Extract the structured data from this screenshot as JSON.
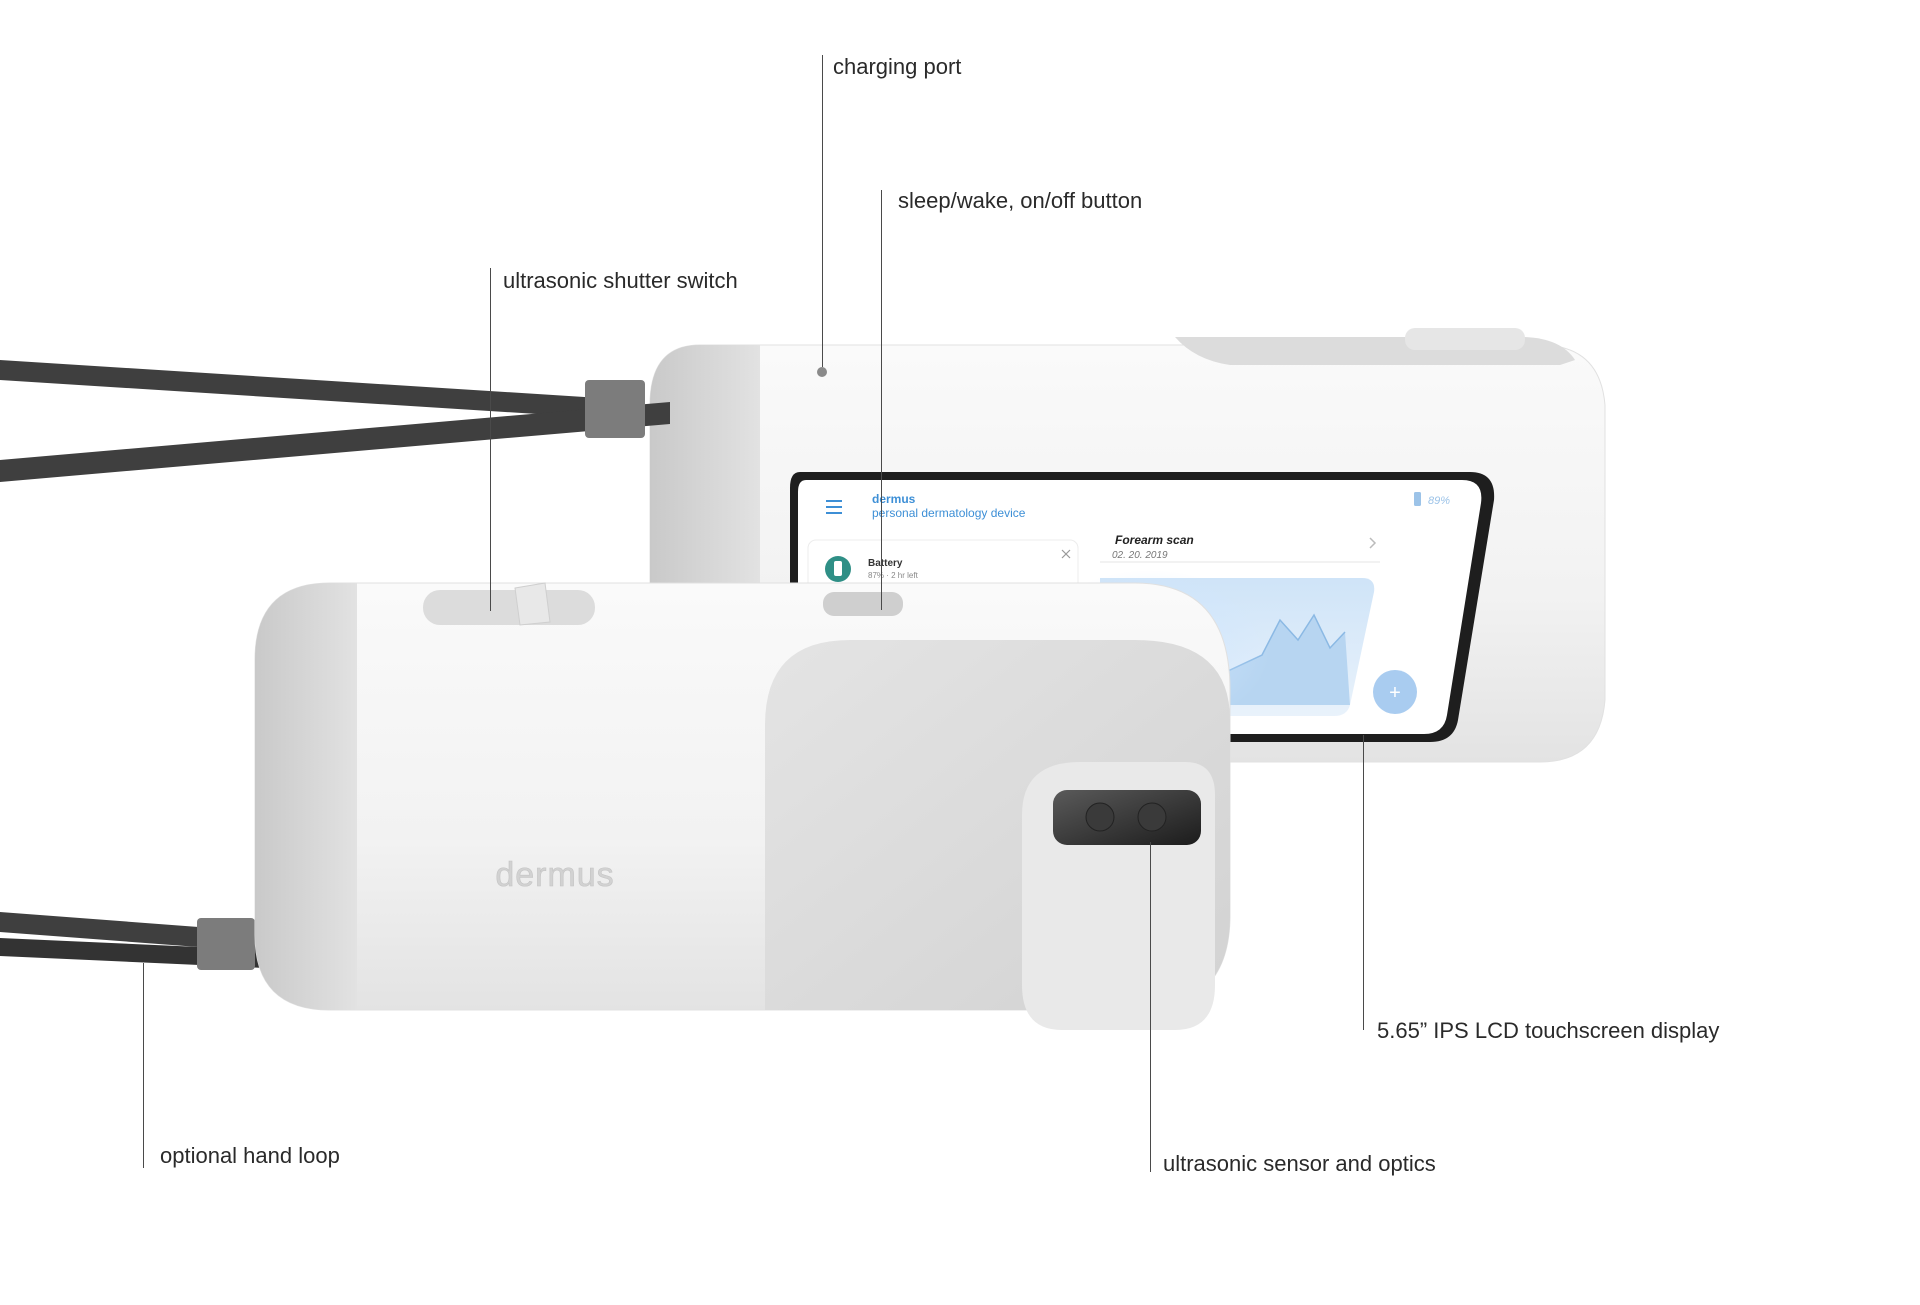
{
  "device": {
    "brand": "dermus"
  },
  "screen": {
    "app_name": "dermus",
    "app_subtitle": "personal dermatology device",
    "battery_percent": "89%",
    "battery_card_title": "Battery",
    "battery_card_detail": "87% · 2 hr left",
    "scan_title": "Forearm scan",
    "scan_date": "02. 20. 2019",
    "fab_symbol": "+",
    "menu_icon": "hamburger-icon",
    "close_icon": "close-icon",
    "chevron_icon": "chevron-right-icon"
  },
  "callouts": {
    "charging_port": "charging port",
    "sleep_wake": "sleep/wake, on/off button",
    "shutter_switch": "ultrasonic shutter switch",
    "display": "5.65” IPS LCD touchscreen display",
    "hand_loop": "optional hand loop",
    "sensor": "ultrasonic sensor and optics"
  },
  "colors": {
    "accent": "#3d8fd6",
    "body_white": "#f4f4f4",
    "body_grey": "#d9d9d9",
    "strap": "#3f3f3f",
    "battery_icon": "#2f8f86"
  }
}
